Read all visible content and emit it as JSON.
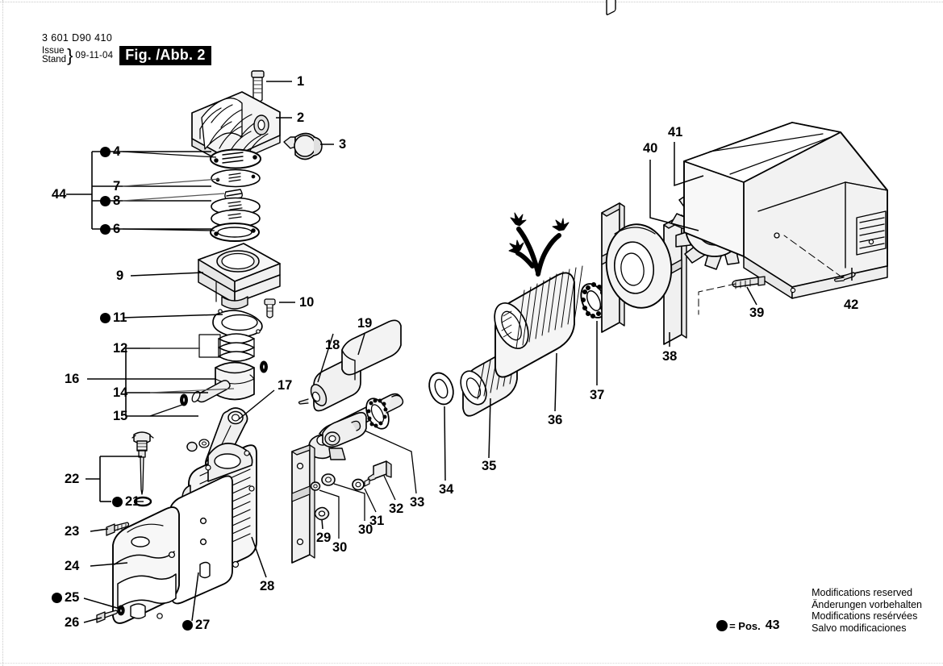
{
  "header": {
    "part_code": "3 601 D90 410",
    "issue_label": "Issue",
    "stand_label": "Stand",
    "brace": "}",
    "date": "09-11-04",
    "figure": "Fig. /Abb. 2"
  },
  "footer": {
    "lines": [
      "Modifications reserved",
      "Änderungen vorbehalten",
      "Modifications resérvées",
      "Salvo modificaciones"
    ],
    "legend_equals": "= Pos.",
    "legend_number": "43"
  },
  "callouts": [
    {
      "id": "1",
      "text": "1",
      "dot": false
    },
    {
      "id": "2",
      "text": "2",
      "dot": false
    },
    {
      "id": "3",
      "text": "3",
      "dot": false
    },
    {
      "id": "4",
      "text": "4",
      "dot": true
    },
    {
      "id": "6",
      "text": "6",
      "dot": true
    },
    {
      "id": "7",
      "text": "7",
      "dot": false
    },
    {
      "id": "8",
      "text": "8",
      "dot": true
    },
    {
      "id": "9",
      "text": "9",
      "dot": false
    },
    {
      "id": "10",
      "text": "10",
      "dot": false
    },
    {
      "id": "11",
      "text": "11",
      "dot": true
    },
    {
      "id": "12",
      "text": "12",
      "dot": false
    },
    {
      "id": "14",
      "text": "14",
      "dot": false
    },
    {
      "id": "15",
      "text": "15",
      "dot": false
    },
    {
      "id": "16",
      "text": "16",
      "dot": false
    },
    {
      "id": "17",
      "text": "17",
      "dot": false
    },
    {
      "id": "18",
      "text": "18",
      "dot": false
    },
    {
      "id": "19",
      "text": "19",
      "dot": false
    },
    {
      "id": "21",
      "text": "21",
      "dot": true
    },
    {
      "id": "22",
      "text": "22",
      "dot": false
    },
    {
      "id": "23",
      "text": "23",
      "dot": false
    },
    {
      "id": "24",
      "text": "24",
      "dot": false
    },
    {
      "id": "25",
      "text": "25",
      "dot": true
    },
    {
      "id": "26",
      "text": "26",
      "dot": false
    },
    {
      "id": "27",
      "text": "27",
      "dot": true
    },
    {
      "id": "28",
      "text": "28",
      "dot": false
    },
    {
      "id": "29",
      "text": "29",
      "dot": false
    },
    {
      "id": "30a",
      "text": "30",
      "dot": false
    },
    {
      "id": "30b",
      "text": "30",
      "dot": false
    },
    {
      "id": "31",
      "text": "31",
      "dot": false
    },
    {
      "id": "32",
      "text": "32",
      "dot": false
    },
    {
      "id": "33",
      "text": "33",
      "dot": false
    },
    {
      "id": "34",
      "text": "34",
      "dot": false
    },
    {
      "id": "35",
      "text": "35",
      "dot": false
    },
    {
      "id": "36",
      "text": "36",
      "dot": false
    },
    {
      "id": "37",
      "text": "37",
      "dot": false
    },
    {
      "id": "38",
      "text": "38",
      "dot": false
    },
    {
      "id": "39",
      "text": "39",
      "dot": false
    },
    {
      "id": "40",
      "text": "40",
      "dot": false
    },
    {
      "id": "41",
      "text": "41",
      "dot": false
    },
    {
      "id": "42",
      "text": "42",
      "dot": false
    },
    {
      "id": "44",
      "text": "44",
      "dot": false
    }
  ],
  "colors": {
    "ink": "#000000",
    "paper": "#ffffff",
    "shade": "#e9e9e9",
    "leader": "#000000"
  }
}
